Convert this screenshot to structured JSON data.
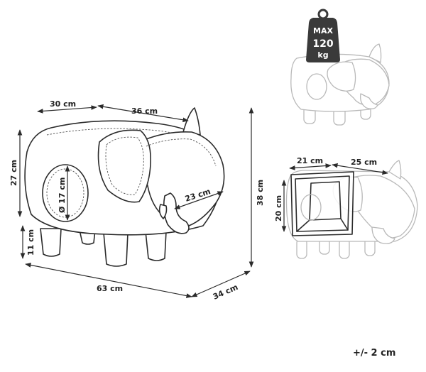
{
  "dimensions": {
    "seat_depth": "30 cm",
    "seat_length": "36 cm",
    "body_height": "27 cm",
    "hole_diameter": "Ø 17 cm",
    "head_width": "23 cm",
    "total_height": "38 cm",
    "leg_height": "11 cm",
    "total_length": "63 cm",
    "total_depth": "34 cm"
  },
  "storage": {
    "inner_depth": "21 cm",
    "inner_length": "25 cm",
    "inner_height": "20 cm"
  },
  "weight_tag": {
    "label": "MAX",
    "value": "120",
    "unit": "kg"
  },
  "tolerance": "+/- 2 cm",
  "colors": {
    "line": "#2b2b2b",
    "faint": "#b9b9b9",
    "weight_tag": "#3a3a3a"
  },
  "icons": [
    "weight-icon",
    "elephant-stool-icon"
  ]
}
